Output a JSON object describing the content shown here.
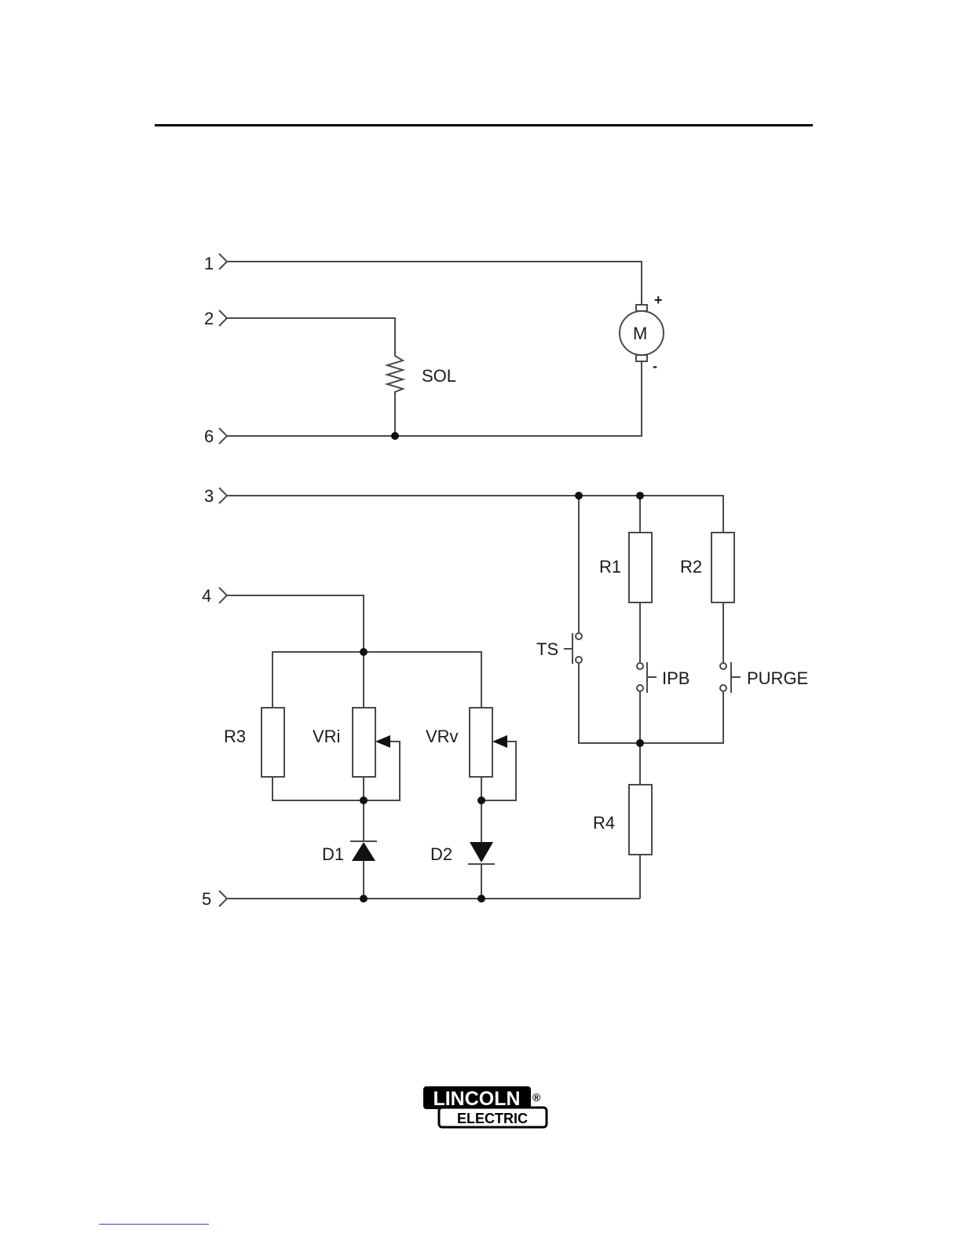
{
  "terminals": [
    "1",
    "2",
    "6",
    "3",
    "4",
    "5"
  ],
  "components": {
    "sol": "SOL",
    "motor": "M",
    "motor_plus": "+",
    "motor_minus": "-",
    "r1": "R1",
    "r2": "R2",
    "r3": "R3",
    "r4": "R4",
    "ts": "TS",
    "ipb": "IPB",
    "purge": "PURGE",
    "vri": "VRi",
    "vrv": "VRv",
    "d1": "D1",
    "d2": "D2"
  },
  "logo": {
    "line1": "LINCOLN",
    "line2": "ELECTRIC",
    "registered": "®"
  }
}
